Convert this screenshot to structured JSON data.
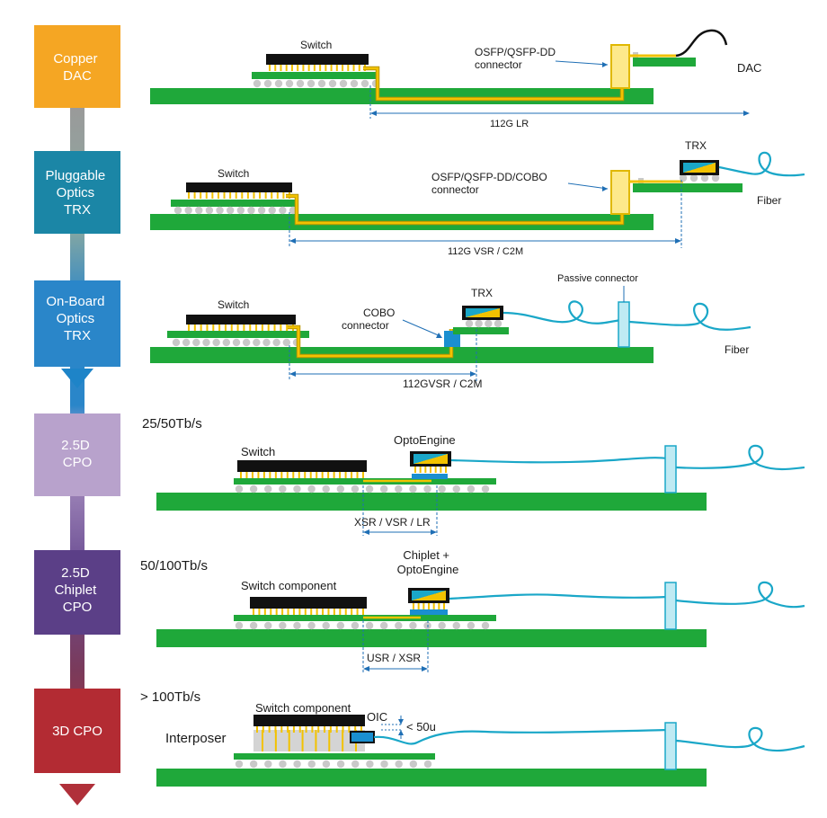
{
  "colors": {
    "board": "#1fa83a",
    "ball": "#c9c9c9",
    "trace": "#f2c200",
    "trace_border": "#b89400",
    "chip": "#111111",
    "fiber": "#1aa7c8",
    "passive": "#bfeaf3",
    "cobo": "#1a8fd0",
    "dim": "#1f6fb5",
    "stage_copper": "#f5a623",
    "stage_pluggable": "#1b86a6",
    "stage_onboard": "#2a86c9",
    "stage_25d": "#b8a2cc",
    "stage_chiplet": "#5b3f87",
    "stage_3d": "#b32b33",
    "arrow_top": "#8c8c8c",
    "arrow_mid": "#1e84c8",
    "arrow_bottom": "#b0303a"
  },
  "stages": [
    {
      "lines": [
        "Copper",
        "DAC"
      ]
    },
    {
      "lines": [
        "Pluggable",
        "Optics",
        "TRX"
      ]
    },
    {
      "lines": [
        "On-Board",
        "Optics",
        "TRX"
      ]
    },
    {
      "lines": [
        "2.5D",
        "CPO"
      ]
    },
    {
      "lines": [
        "2.5D",
        "Chiplet",
        "CPO"
      ]
    },
    {
      "lines": [
        "3D CPO"
      ]
    }
  ],
  "rows": {
    "copper": {
      "switch_label": "Switch",
      "connector_label": [
        "OSFP/QSFP-DD",
        "connector"
      ],
      "cable_label": "DAC",
      "reach_label": "112G LR"
    },
    "pluggable": {
      "switch_label": "Switch",
      "connector_label": [
        "OSFP/QSFP-DD/COBO",
        "connector"
      ],
      "module_label": "TRX",
      "fiber_label": "Fiber",
      "reach_label": "112G VSR / C2M"
    },
    "onboard": {
      "switch_label": "Switch",
      "connector_label": [
        "COBO",
        "connector"
      ],
      "module_label": "TRX",
      "passive_label": "Passive connector",
      "fiber_label": "Fiber",
      "reach_label": "112GVSR / C2M"
    },
    "cpo25d": {
      "bandwidth": "25/50Tb/s",
      "switch_label": "Switch",
      "engine_label": "OptoEngine",
      "reach_label": "XSR / VSR / LR"
    },
    "chiplet": {
      "bandwidth": "50/100Tb/s",
      "switch_label": "Switch component",
      "engine_label": [
        "Chiplet +",
        "OptoEngine"
      ],
      "reach_label": "USR / XSR"
    },
    "cpo3d": {
      "bandwidth": "> 100Tb/s",
      "switch_label": "Switch component",
      "interposer_label": "Interposer",
      "oic_label": "OIC",
      "gap_label": "< 50u"
    }
  }
}
